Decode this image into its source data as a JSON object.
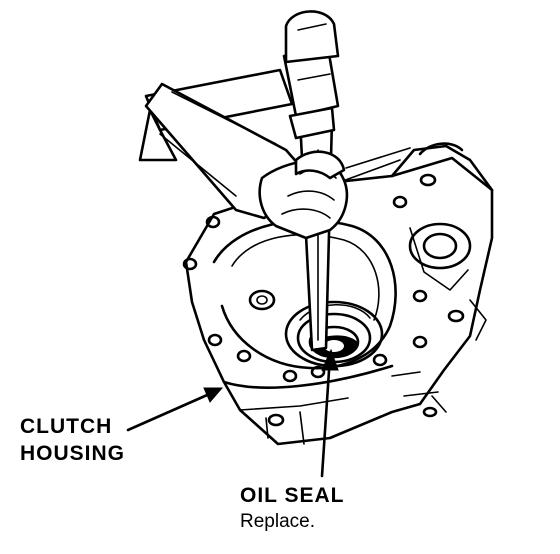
{
  "labels": {
    "clutch_housing_line1": "CLUTCH",
    "clutch_housing_line2": "HOUSING",
    "oil_seal": "OIL SEAL",
    "oil_seal_note": "Replace."
  },
  "icons": {
    "hammer": "hammer-icon",
    "drift": "drift-punch-icon",
    "hand": "hand-icon",
    "housing": "clutch-housing-icon",
    "seal": "oil-seal-icon"
  }
}
